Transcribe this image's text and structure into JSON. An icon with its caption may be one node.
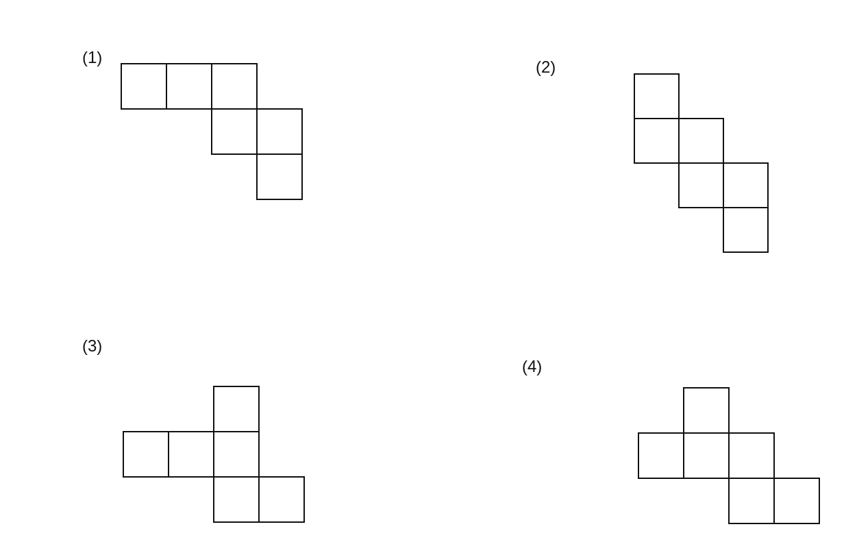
{
  "diagram": {
    "labels": [
      "(1)",
      "(2)",
      "(3)",
      "(4)"
    ]
  }
}
